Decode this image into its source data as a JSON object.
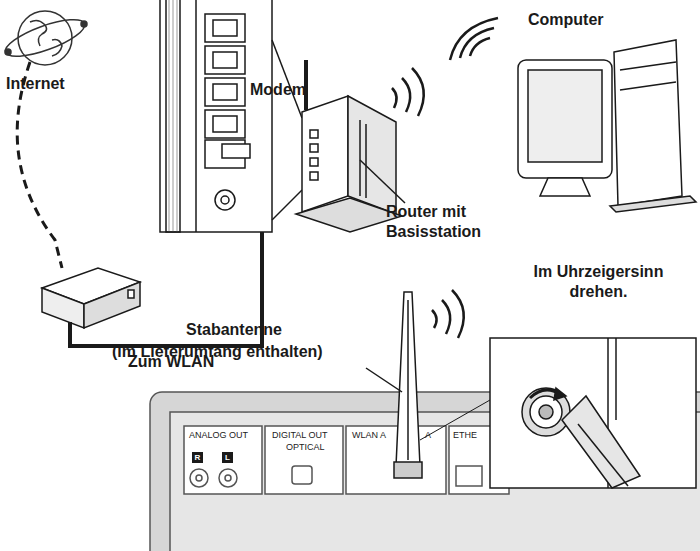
{
  "diagram": {
    "labels": [
      "Internet",
      "Modem",
      "Computer",
      "Router mit Basisstation",
      "Zum WLAN",
      "Im Uhrzeigersinn drehen.",
      "Stabantenne",
      "(im Lieferumfang enthalten)",
      "ANALOG OUT",
      "R",
      "L",
      "DIGITAL OUT",
      "OPTICAL",
      "WLAN A",
      "A",
      "ETHE"
    ]
  }
}
